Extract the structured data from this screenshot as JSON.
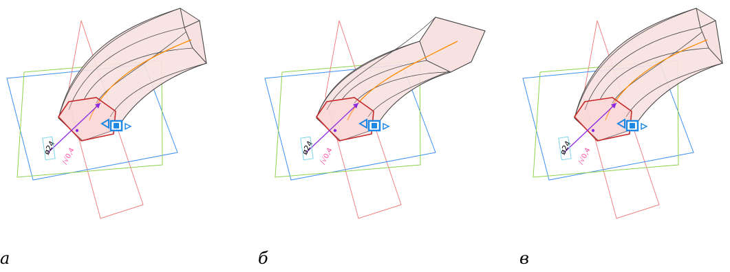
{
  "figures": [
    {
      "id": "a",
      "caption": "а",
      "dimension": "ø24",
      "mark": "/√0,4",
      "style": "offset"
    },
    {
      "id": "b",
      "caption": "б",
      "dimension": "ø24",
      "mark": "/√0,4",
      "style": "straight"
    },
    {
      "id": "v",
      "caption": "в",
      "dimension": "ø24",
      "mark": "/√0,4",
      "style": "offset"
    }
  ],
  "colors": {
    "body_fill": "#f8e1e1",
    "edge": "#444444",
    "section": "#c62828",
    "axis": "#ff8c00",
    "plane_red": "#f08080",
    "plane_blue": "#3b8ff0",
    "plane_green": "#8fd14f",
    "dim": "#ff4da6",
    "arrow": "#8a2be2",
    "badge": "#1e88e5"
  }
}
